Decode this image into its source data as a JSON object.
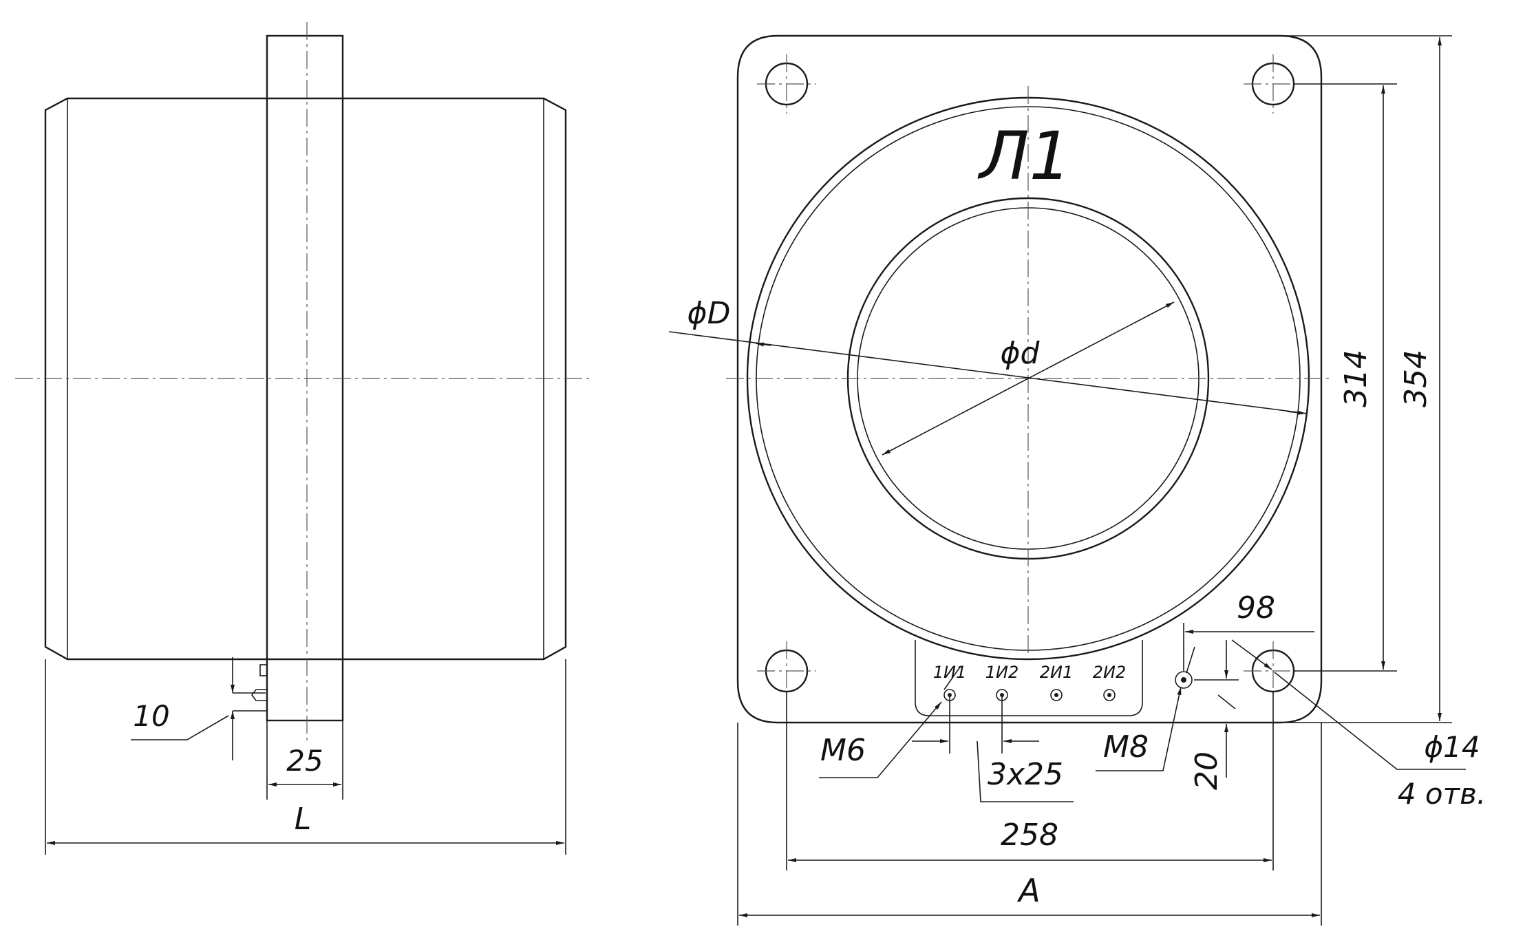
{
  "title": "Л1",
  "labels": {
    "outer_diameter": "ϕD",
    "inner_diameter": "ϕd",
    "length": "L",
    "width": "A"
  },
  "dimensions": {
    "gap_10": "10",
    "flange_25": "25",
    "hole_spacing_vertical": "314",
    "height_total": "354",
    "terminal_offset": "98",
    "terminal_height": "20",
    "hole_spacing_horizontal": "258",
    "terminal_pitch": "3x25"
  },
  "threads": {
    "terminal_thread": "M6",
    "ground_thread": "M8"
  },
  "holes": {
    "diameter": "ϕ14",
    "count": "4 отв."
  },
  "terminals": [
    "1И1",
    "1И2",
    "2И1",
    "2И2"
  ],
  "colors": {
    "line": "#1a1a1a",
    "background": "#ffffff"
  }
}
